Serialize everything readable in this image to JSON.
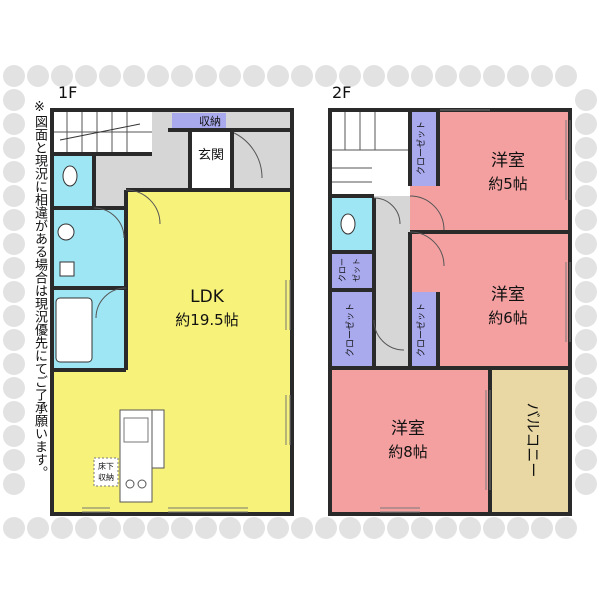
{
  "floors": {
    "f1": {
      "label": "1F",
      "ldk_label": "LDK",
      "ldk_size": "約19.5帖",
      "storage": "収納",
      "entrance": "玄関",
      "underfloor_storage_line1": "床下",
      "underfloor_storage_line2": "収納"
    },
    "f2": {
      "label": "2F",
      "room_5_label": "洋室",
      "room_5_size": "約5帖",
      "room_6_label": "洋室",
      "room_6_size": "約6帖",
      "room_8_label": "洋室",
      "room_8_size": "約8帖",
      "balcony": "バルコニー",
      "closet": "クローゼット",
      "closet_small_line1": "クロー",
      "closet_small_line2": "ゼット"
    }
  },
  "note": "※図面と現況に相違がある場合は現況優先にてご了承願います。",
  "colors": {
    "ldk": "#f7f27a",
    "room": "#f4a0a0",
    "wet": "#9fe6f4",
    "balcony": "#ead8a4",
    "closet": "#a9a9ee",
    "hall": "#d6d6d6",
    "wall": "#2a2a2a",
    "watermark": "#e2e2e2"
  }
}
